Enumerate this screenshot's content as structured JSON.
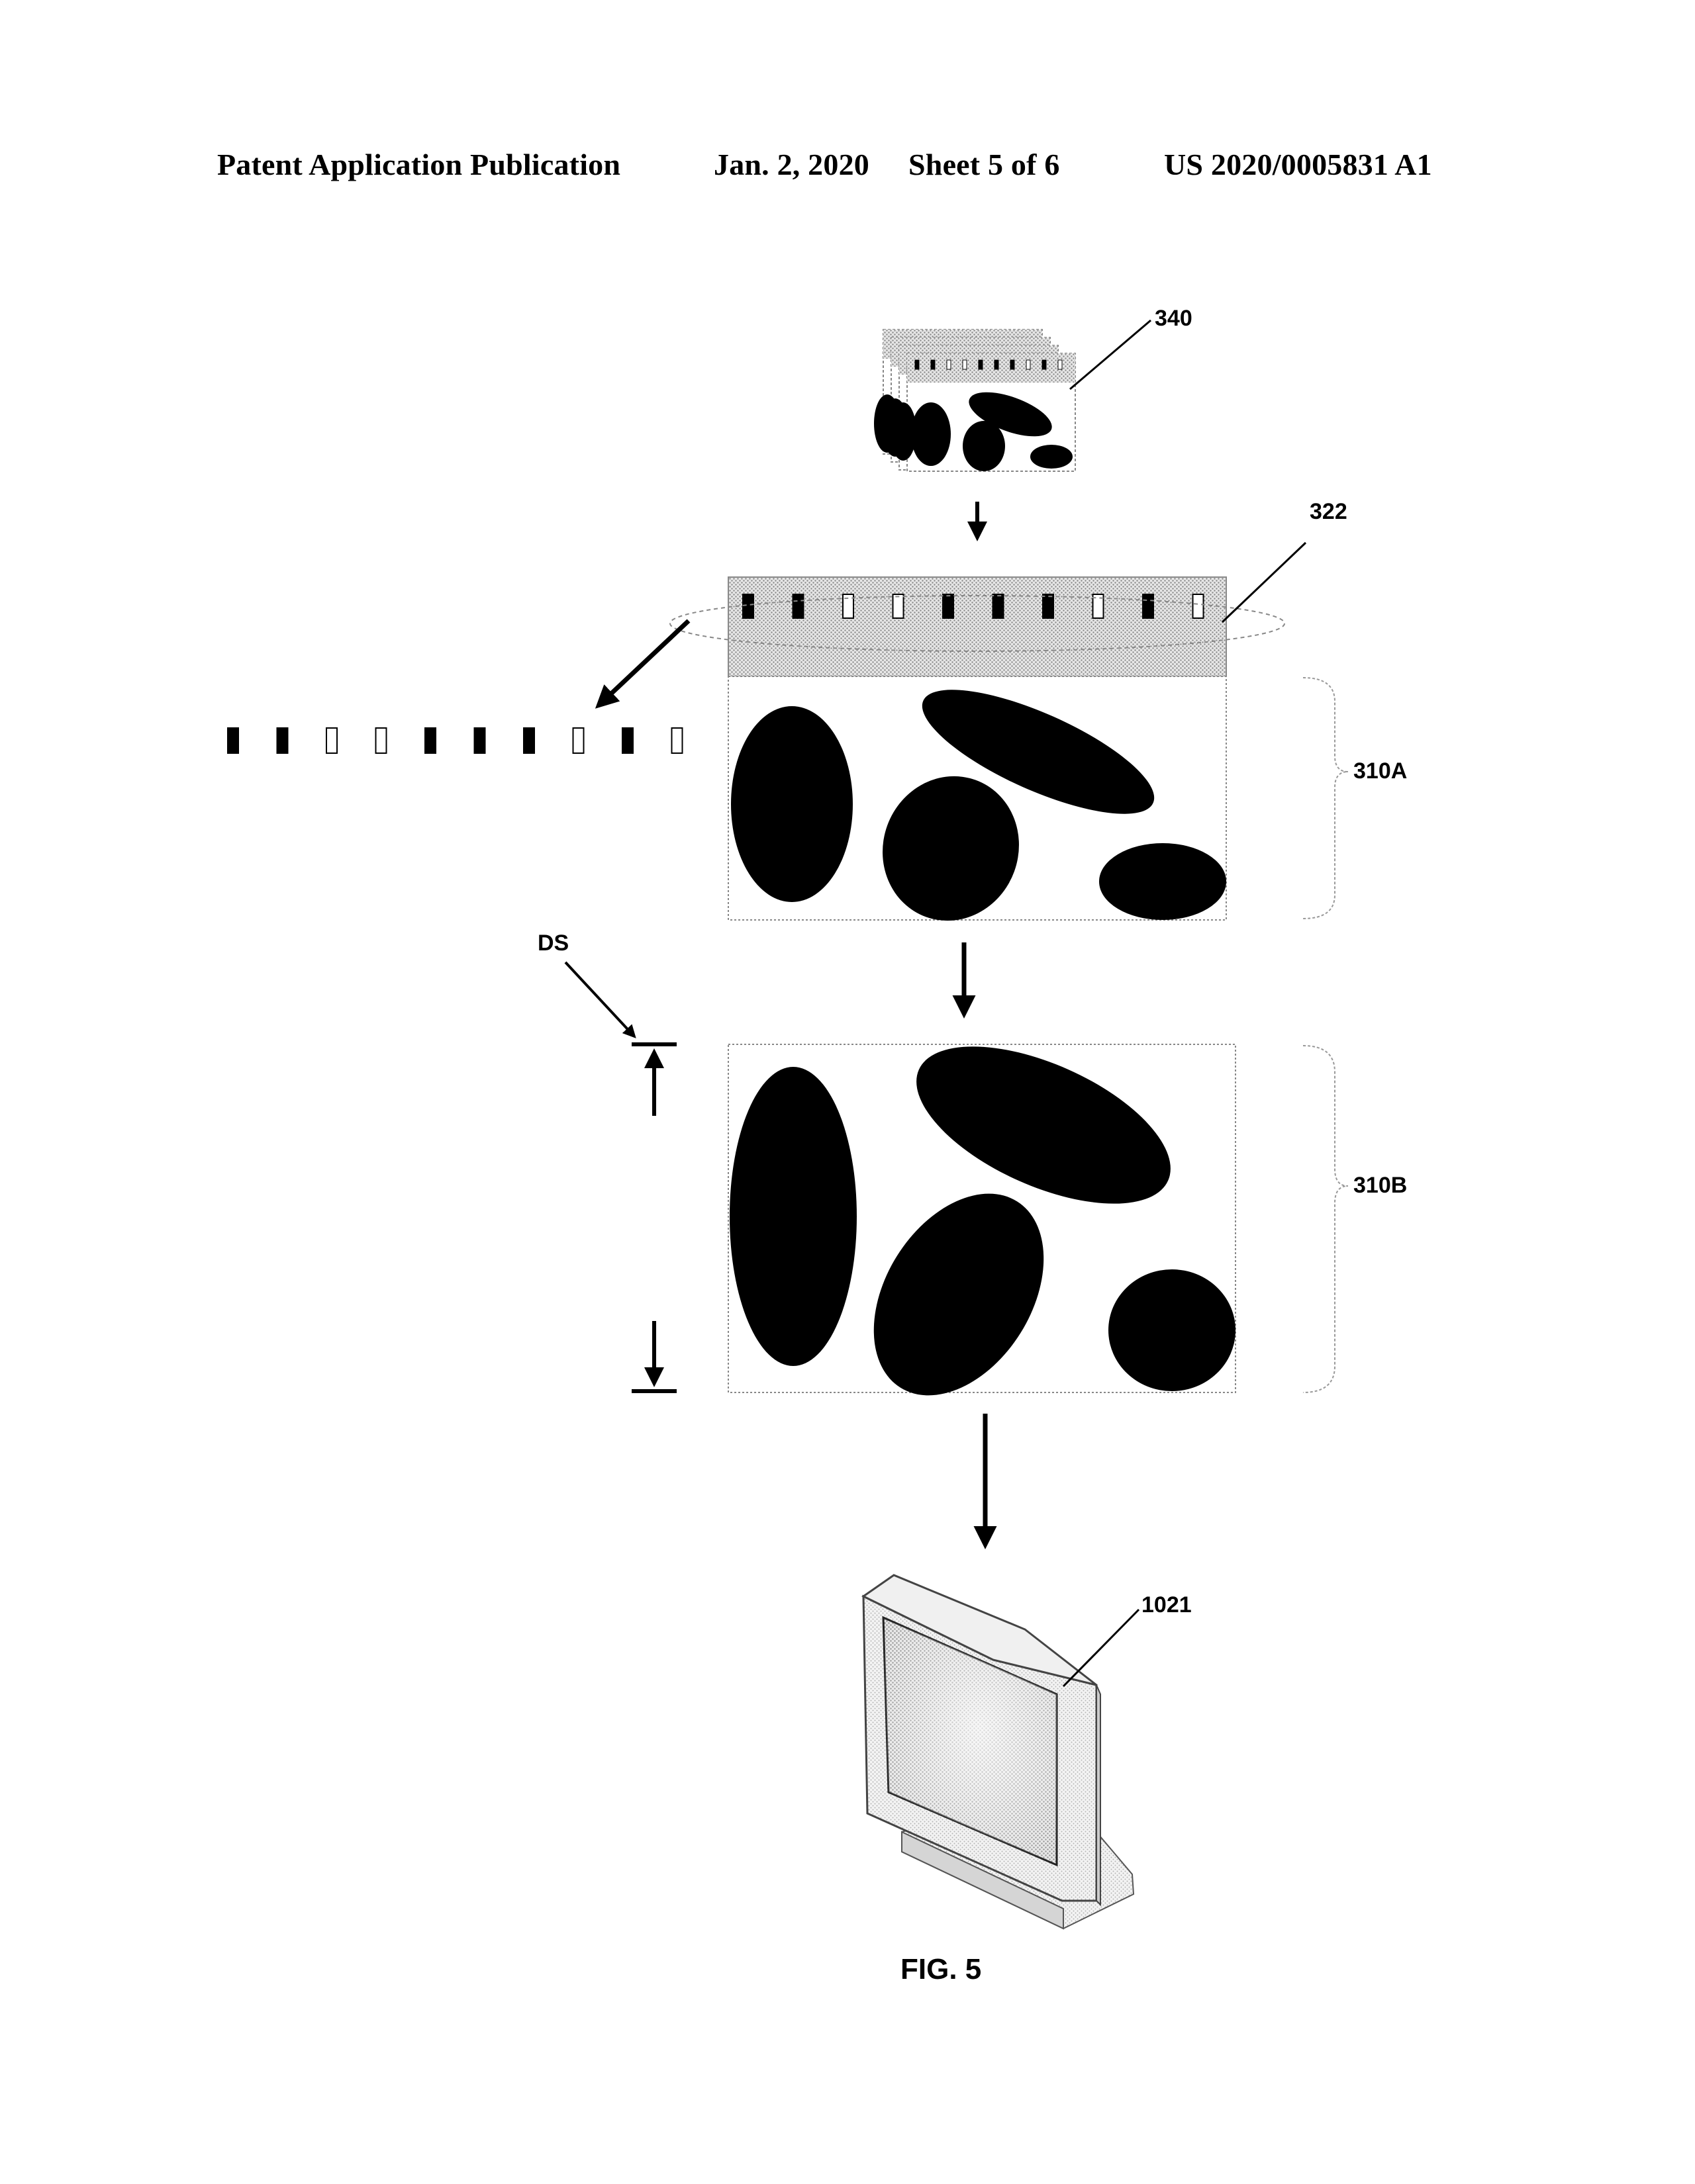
{
  "header": {
    "publication": "Patent Application Publication",
    "date": "Jan. 2, 2020",
    "sheet": "Sheet 5 of 6",
    "number": "US 2020/0005831 A1"
  },
  "figure": {
    "caption": "FIG. 5",
    "labels": {
      "stack": "340",
      "code_strip": "322",
      "frame_a": "310A",
      "frame_b": "310B",
      "spacing": "DS",
      "display": "1021"
    },
    "code_pattern": [
      "filled",
      "filled",
      "hollow",
      "hollow",
      "filled",
      "filled",
      "filled",
      "hollow",
      "filled",
      "hollow"
    ]
  }
}
